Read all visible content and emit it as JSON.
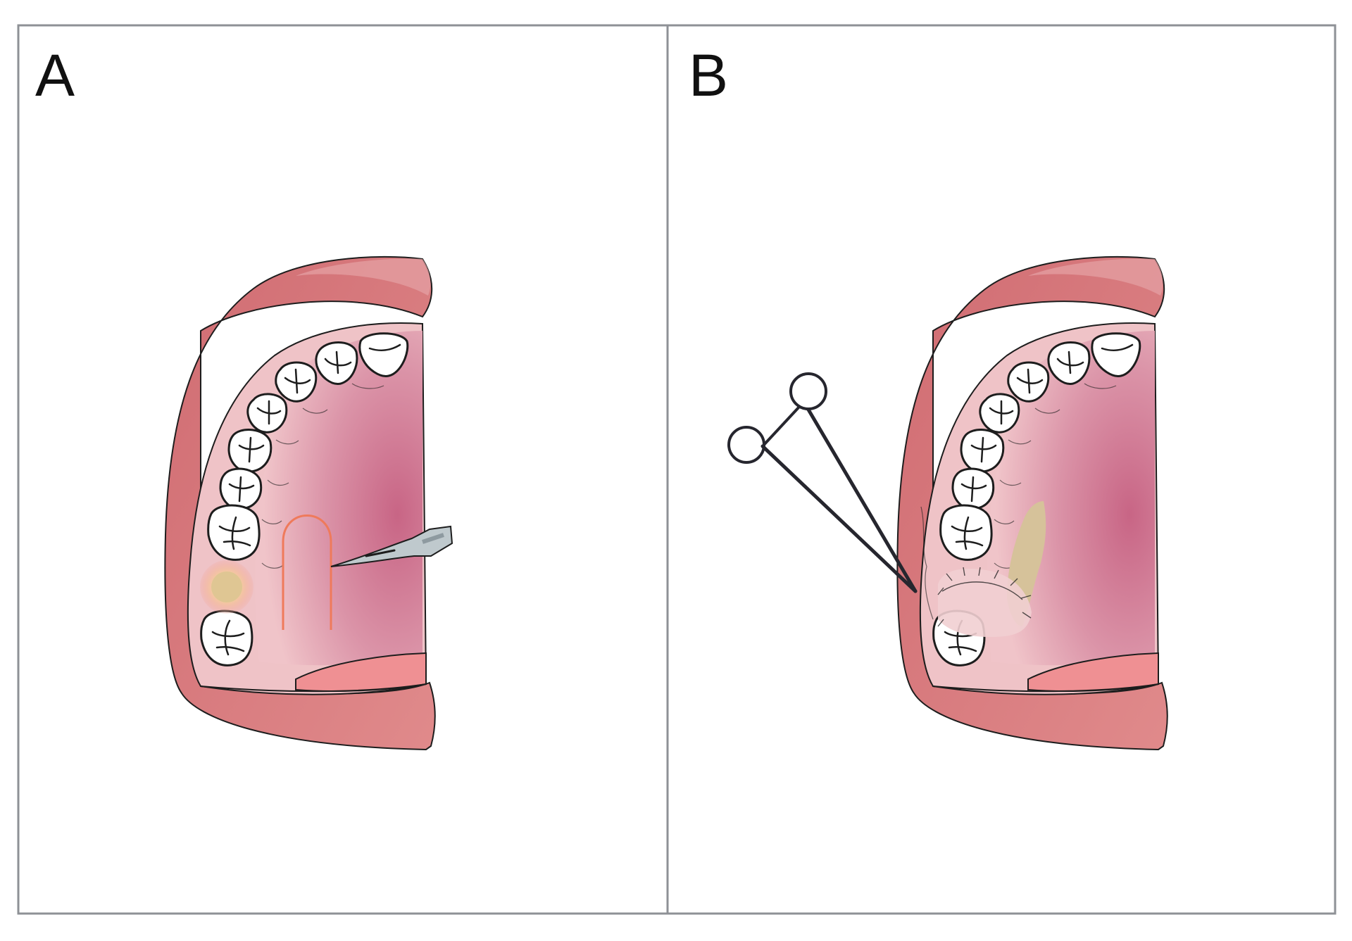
{
  "panels": [
    {
      "id": "A",
      "label": "A"
    },
    {
      "id": "B",
      "label": "B"
    }
  ],
  "colors": {
    "frame": "#8e9196",
    "lip": "#d9777a",
    "lip_shadow": "#c9646a",
    "gum": "#e8b3b8",
    "palate": "#d98aa0",
    "palate_deep": "#c5607f",
    "tongue": "#ef8e90",
    "tooth": "#ffffff",
    "outline": "#1d1d1d",
    "incision": "#ef7a5b",
    "lesion": "#e0c893",
    "lesion_glow": "#f5a59a",
    "graft": "#d9c49a",
    "scalpel": "#b9c4c8",
    "forceps": "#26262e"
  }
}
